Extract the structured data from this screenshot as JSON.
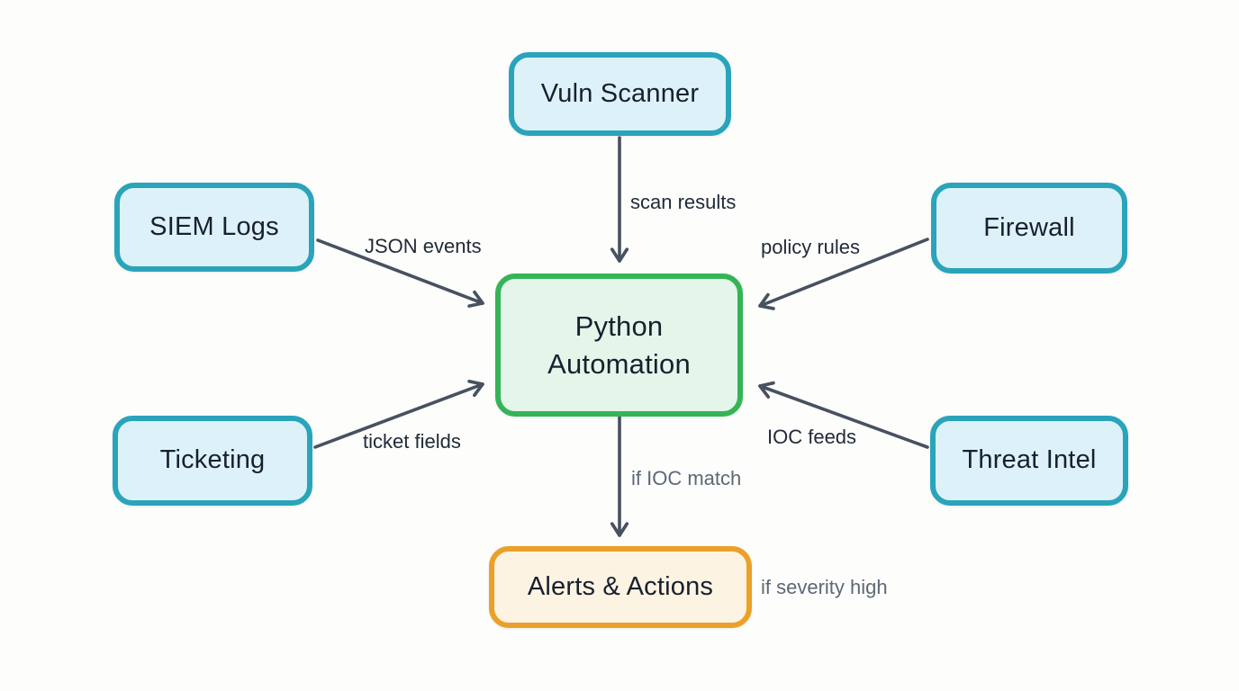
{
  "diagram": {
    "type": "flowchart",
    "nodes": [
      {
        "id": "vuln-scanner",
        "label": "Vuln Scanner",
        "style": "teal"
      },
      {
        "id": "siem-logs",
        "label": "SIEM Logs",
        "style": "teal"
      },
      {
        "id": "firewall",
        "label": "Firewall",
        "style": "teal"
      },
      {
        "id": "python-automation",
        "label": "Python Automation",
        "style": "green"
      },
      {
        "id": "ticketing",
        "label": "Ticketing",
        "style": "teal"
      },
      {
        "id": "threat-intel",
        "label": "Threat Intel",
        "style": "teal"
      },
      {
        "id": "alerts-actions",
        "label": "Alerts & Actions",
        "style": "orange"
      }
    ],
    "edges": [
      {
        "from": "Vuln Scanner",
        "to": "Python Automation",
        "label": "scan results"
      },
      {
        "from": "SIEM Logs",
        "to": "Python Automation",
        "label": "JSON events"
      },
      {
        "from": "Firewall",
        "to": "Python Automation",
        "label": "policy rules"
      },
      {
        "from": "Ticketing",
        "to": "Python Automation",
        "label": "ticket fields"
      },
      {
        "from": "Threat Intel",
        "to": "Python Automation",
        "label": "IOC feeds"
      },
      {
        "from": "Python Automation",
        "to": "Alerts & Actions",
        "label": "if IOC match"
      }
    ],
    "annotations": [
      {
        "label": "if severity high",
        "near": "Alerts & Actions"
      }
    ],
    "colors": {
      "background": "#fdfdfc",
      "teal_border": "#2aa4ba",
      "teal_fill": "#ddf2f8",
      "green_border": "#35b457",
      "green_fill": "#e4f5ea",
      "orange_border": "#e9a129",
      "orange_fill": "#fdf3e2",
      "arrow": "#47515f",
      "label_dark": "#222b38",
      "label_gray": "#5d6876",
      "node_text": "#18202e"
    }
  }
}
